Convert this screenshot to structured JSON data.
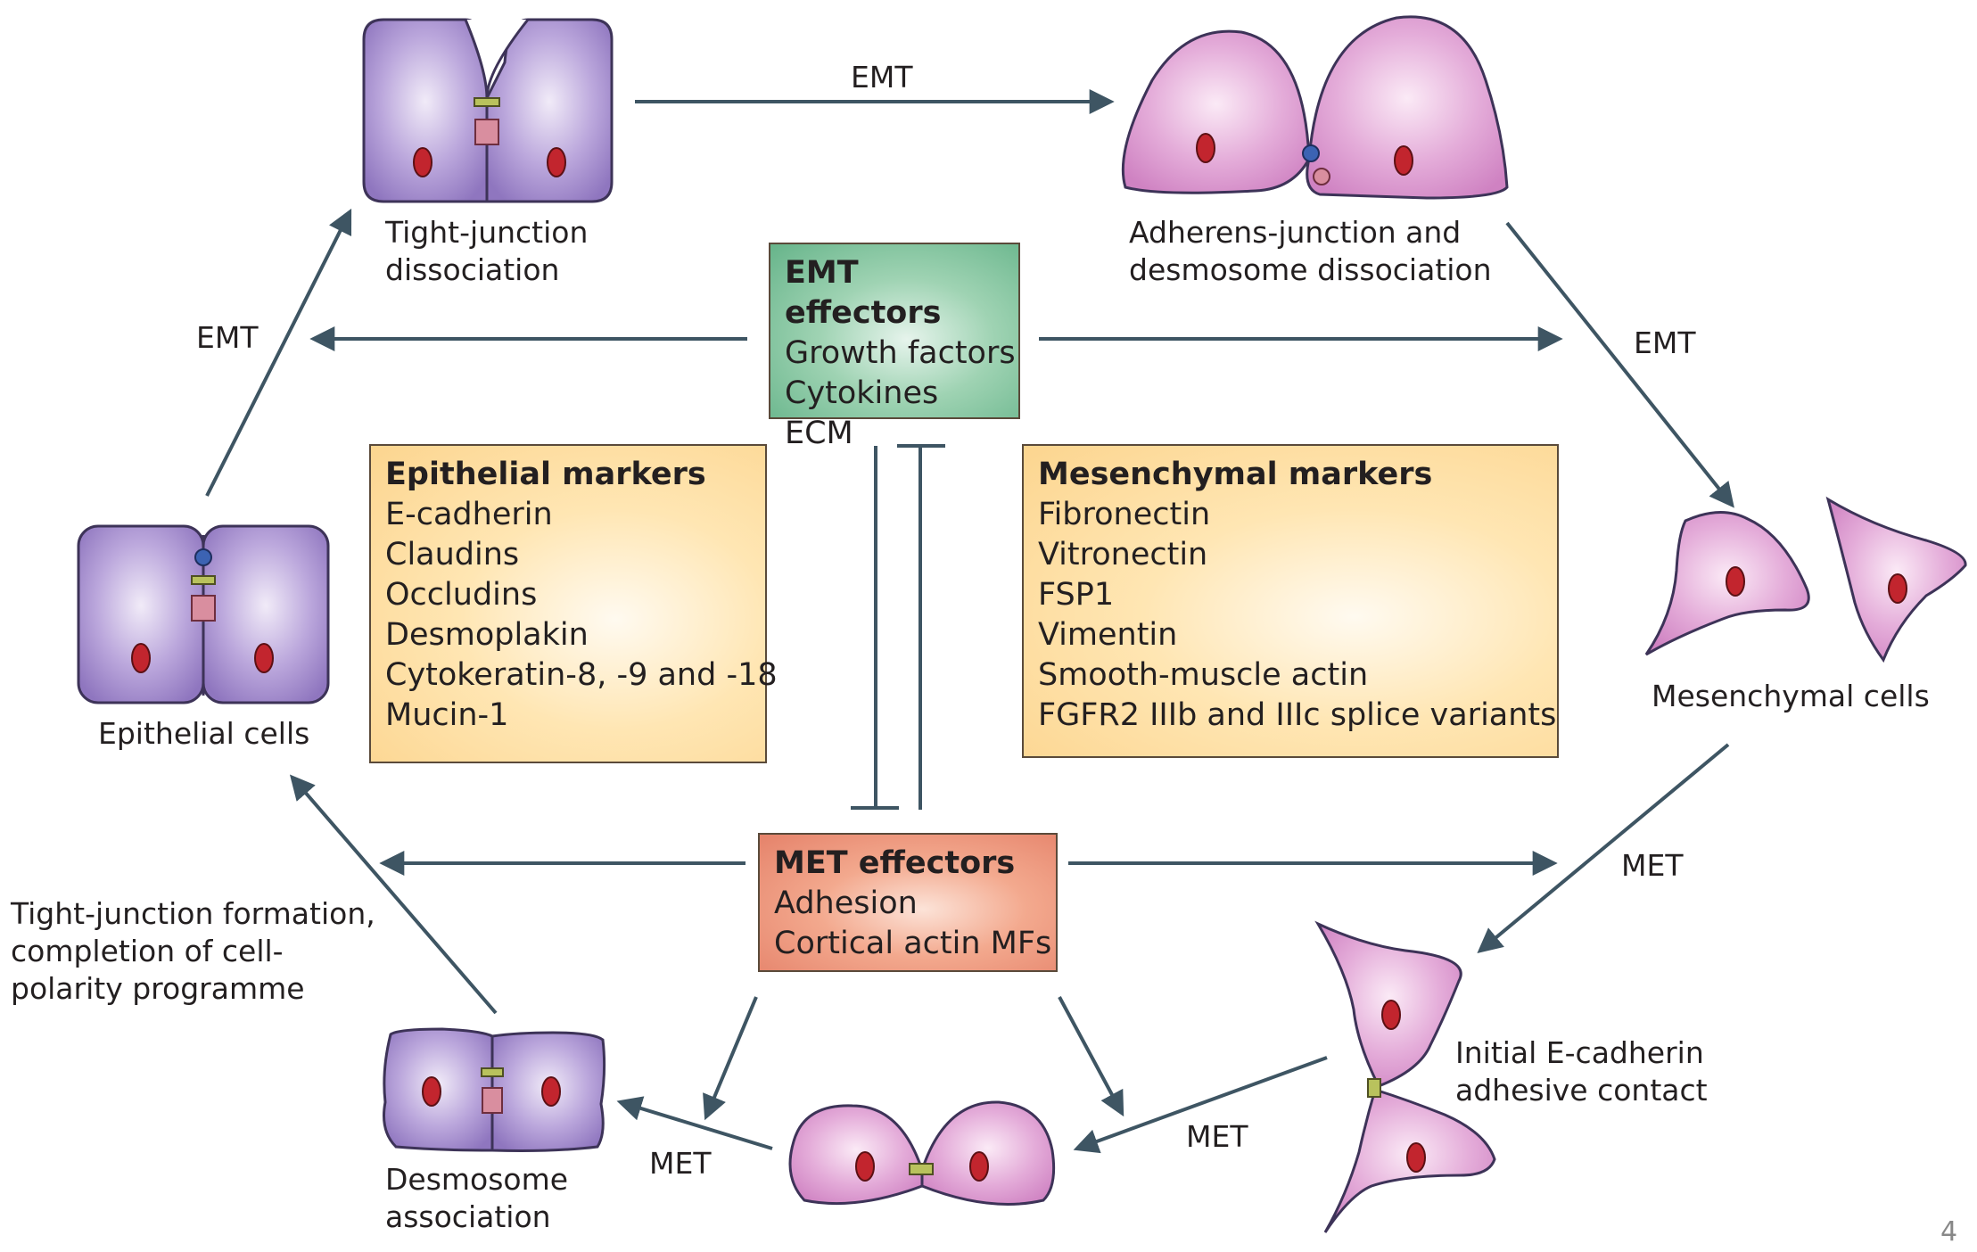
{
  "stage_labels": {
    "tight_junction": [
      "Tight-junction",
      "dissociation"
    ],
    "adherens": [
      "Adherens-junction and",
      "desmosome dissociation"
    ],
    "epithelial": [
      "Epithelial cells"
    ],
    "mesenchymal": [
      "Mesenchymal cells"
    ],
    "initial_contact": [
      "Initial E-cadherin",
      "adhesive contact"
    ],
    "desmosome": [
      "Desmosome",
      "association"
    ],
    "tj_formation": [
      "Tight-junction formation,",
      "completion of cell-",
      "polarity programme"
    ]
  },
  "arrow_labels": {
    "emt_top": "EMT",
    "emt_left": "EMT",
    "emt_right": "EMT",
    "met_right": "MET",
    "met_bottom_right": "MET",
    "met_bottom_left": "MET"
  },
  "emt_effectors": {
    "title": "EMT effectors",
    "items": [
      "Growth factors",
      "Cytokines",
      "ECM"
    ]
  },
  "met_effectors": {
    "title": "MET effectors",
    "items": [
      "Adhesion",
      "Cortical actin MFs"
    ]
  },
  "epithelial_markers": {
    "title": "Epithelial markers",
    "items": [
      "E-cadherin",
      "Claudins",
      "Occludins",
      "Desmoplakin",
      "Cytokeratin-8, -9 and -18",
      "Mucin-1"
    ]
  },
  "mesenchymal_markers": {
    "title": "Mesenchymal markers",
    "items": [
      "Fibronectin",
      "Vitronectin",
      "FSP1",
      "Vimentin",
      "Smooth-muscle actin",
      "FGFR2 IIIb and IIIc splice variants"
    ]
  },
  "page_number": "4",
  "colors": {
    "arrow": "#3e5563",
    "epithelial_cell": "#a48fc9",
    "mesenchymal_cell": "#dc9fd1",
    "nucleus": "#c2252e",
    "tight_junction": "#b9c25d",
    "adherens": "#3c63b3",
    "desmosome": "#d98e9f"
  }
}
